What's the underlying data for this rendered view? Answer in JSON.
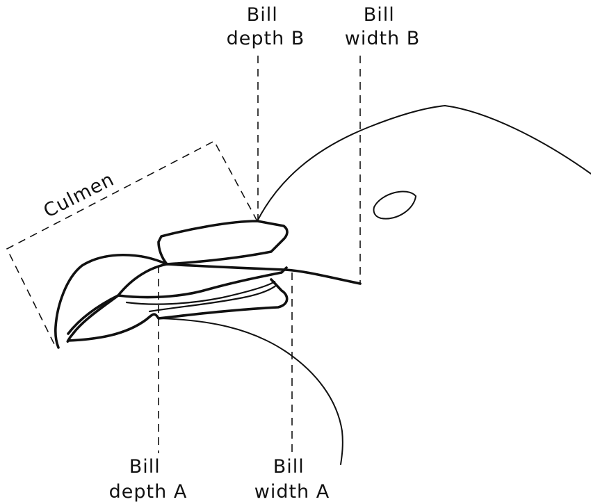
{
  "labels": {
    "bill_depth_b": [
      "Bill",
      "depth B"
    ],
    "bill_width_b": [
      "Bill",
      "width B"
    ],
    "culmen": "Culmen",
    "bill_depth_a": [
      "Bill",
      "depth A"
    ],
    "bill_width_a": [
      "Bill",
      "width A"
    ]
  }
}
